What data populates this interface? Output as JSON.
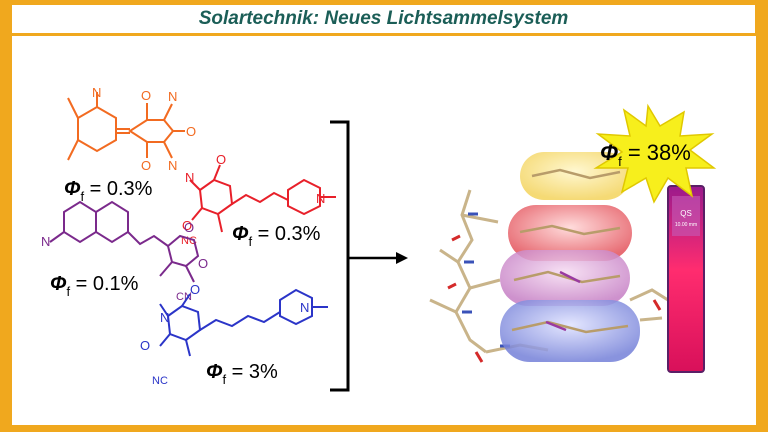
{
  "header": {
    "title": "Solartechnik: Neues Lichtsammelsystem"
  },
  "molecules": [
    {
      "name": "orange-dye",
      "color": "#f26b21",
      "phi_symbol": "Φ",
      "phi_sub": "f",
      "value": " = 0.3%"
    },
    {
      "name": "red-dye",
      "color": "#e8202a",
      "phi_symbol": "Φ",
      "phi_sub": "f",
      "value": " = 0.3%"
    },
    {
      "name": "purple-dye",
      "color": "#7b2a8c",
      "phi_symbol": "Φ",
      "phi_sub": "f",
      "value": " = 0.1%"
    },
    {
      "name": "blue-dye",
      "color": "#2b35c8",
      "phi_symbol": "Φ",
      "phi_sub": "f",
      "value": " = 3%"
    }
  ],
  "chem_labels": {
    "o": "O",
    "n": "N",
    "cn": "CN",
    "nc": "NC"
  },
  "assembly": {
    "phi_symbol": "Φ",
    "phi_sub": "f",
    "value": " = 38%",
    "burst_color": "#f7ef1c",
    "cuvette_color": "#e01a6a",
    "cuvette_label": "QS",
    "cuvette_sublabel": "10.00 mm"
  }
}
